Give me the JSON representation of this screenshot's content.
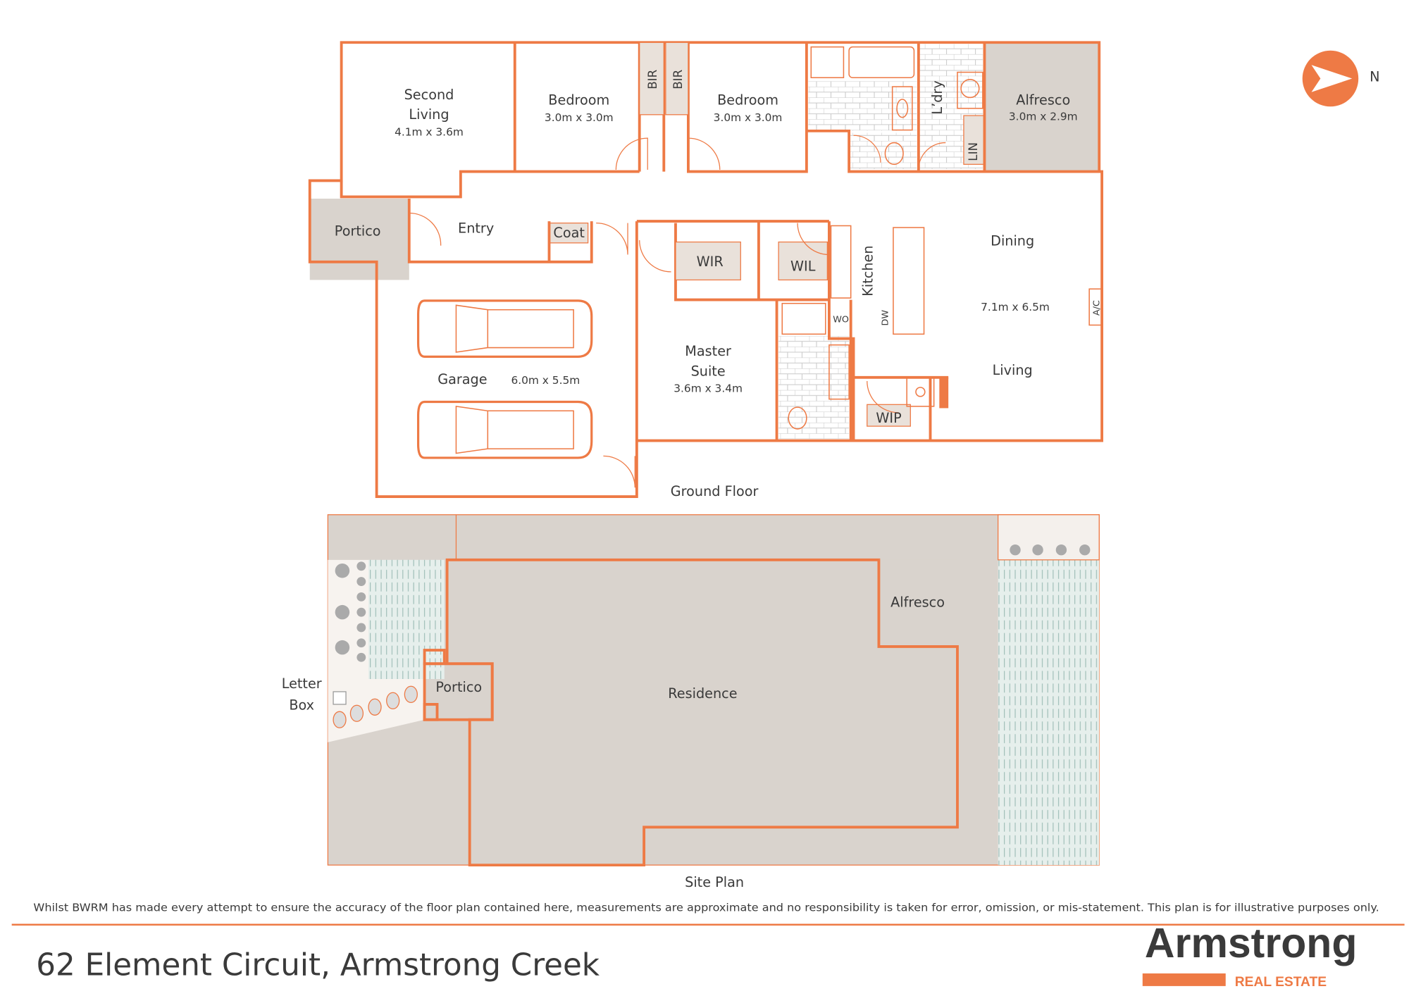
{
  "colors": {
    "accent": "#ee7a45",
    "text": "#3a3a3a",
    "concrete": "#d9d3cd",
    "grass": "#d4e4e0"
  },
  "compass": {
    "label": "N",
    "icon": "north-arrow-icon"
  },
  "ground_floor": {
    "title": "Ground Floor",
    "rooms": {
      "second_living": {
        "name1": "Second",
        "name2": "Living",
        "dims": "4.1m x 3.6m"
      },
      "bedroom_1": {
        "name": "Bedroom",
        "dims": "3.0m x 3.0m"
      },
      "bedroom_2": {
        "name": "Bedroom",
        "dims": "3.0m x 3.0m"
      },
      "bir_1": "BIR",
      "bir_2": "BIR",
      "laundry": "L’dry",
      "linen": "LIN",
      "alfresco": {
        "name": "Alfresco",
        "dims": "3.0m x 2.9m"
      },
      "portico": "Portico",
      "entry": "Entry",
      "coat": "Coat",
      "garage": {
        "name": "Garage",
        "dims": "6.0m x 5.5m"
      },
      "wir": "WIR",
      "wil": "WIL",
      "wo": "WO",
      "kitchen": "Kitchen",
      "dw": "DW",
      "dining": "Dining",
      "living": "Living",
      "living_dims": "7.1m x 6.5m",
      "ac": "A/C",
      "master": {
        "name1": "Master",
        "name2": "Suite",
        "dims": "3.6m x 3.4m"
      },
      "wip": "WIP"
    }
  },
  "site_plan": {
    "title": "Site Plan",
    "residence": "Residence",
    "alfresco": "Alfresco",
    "portico": "Portico",
    "letter_box_1": "Letter",
    "letter_box_2": "Box"
  },
  "disclaimer": "Whilst BWRM  has made every attempt to ensure the accuracy of the floor plan contained here, measurements are approximate and no responsibility is taken for error, omission, or mis-statement. This plan is for illustrative purposes only.",
  "footer": {
    "address": "62 Element Circuit, Armstrong Creek",
    "logo_main": "Armstrong",
    "logo_sub": "REAL ESTATE"
  }
}
